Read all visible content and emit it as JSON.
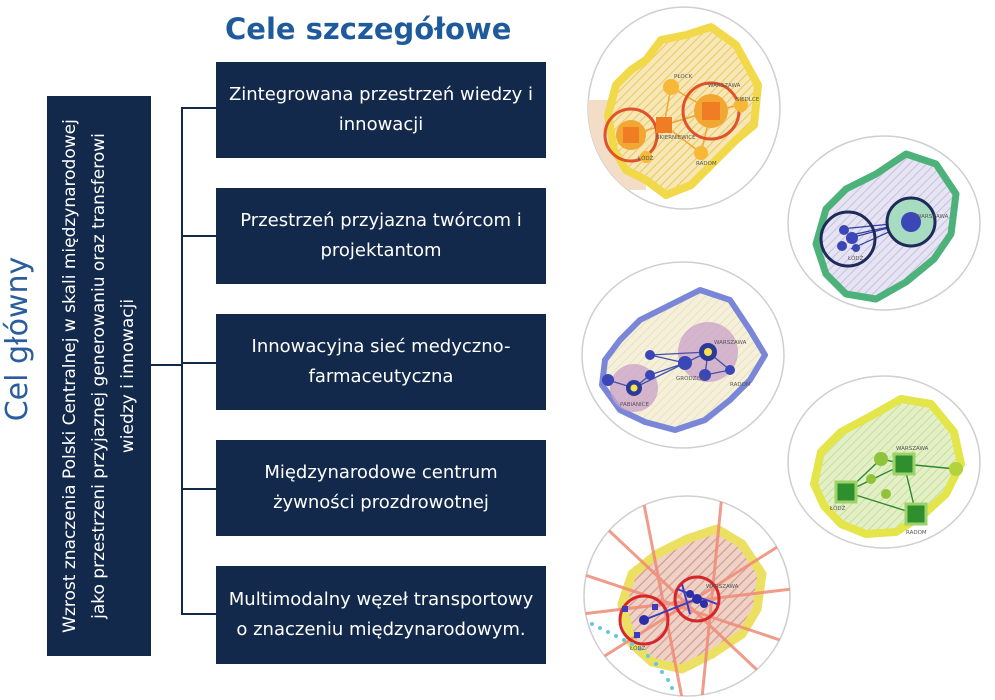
{
  "side_title": "Cel główny",
  "main_goal": "Wzrost znaczenia Polski Centralnej w skali międzynarodowej jako przestrzeni przyjaznej generowaniu oraz transferowi wiedzy i innowacji",
  "heading": "Cele szczegółowe",
  "objectives": [
    "Zintegrowana przestrzeń wiedzy i innowacji",
    "Przestrzeń przyjazna twórcom i projektantom",
    "Innowacyjna sieć medyczno-farmaceutyczna",
    "Międzynarodowe centrum żywności prozdrowotnej",
    "Multimodalny węzeł transportowy o znaczeniu międzynarodowym."
  ],
  "map_labels": {
    "m1": [
      "PŁOCK",
      "WARSZAWA",
      "SKIERNIEWICE",
      "ŁÓDŹ",
      "SIEDLCE",
      "RADOM"
    ],
    "m2": [
      "WARSZAWA",
      "ŁÓDŹ"
    ],
    "m3": [
      "WARSZAWA",
      "PABIANICE",
      "GRODZISK",
      "RADOM"
    ],
    "m4": [
      "WARSZAWA",
      "RADOM",
      "ŁÓDŹ"
    ],
    "m5": [
      "ŁÓDŹ",
      "WARSZAWA"
    ]
  },
  "colors": {
    "navy": "#13294b",
    "title_blue": "#2a5d9e"
  }
}
